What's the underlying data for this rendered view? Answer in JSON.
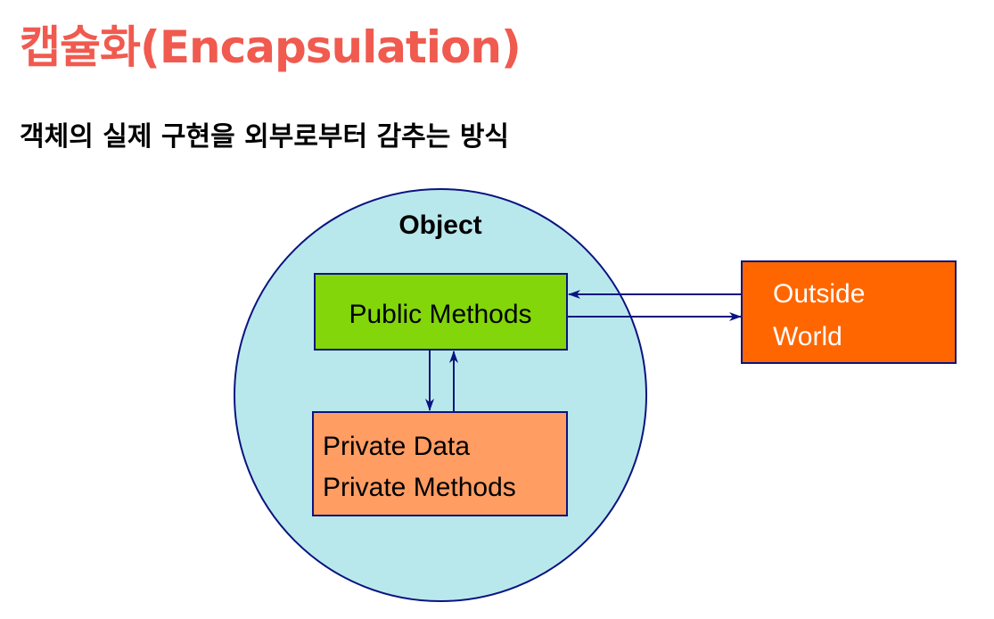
{
  "page": {
    "title": "캡슐화(Encapsulation)",
    "subtitle": "객체의 실제 구현을 외부로부터 감추는 방식"
  },
  "diagram": {
    "object_label": "Object",
    "public_methods_label": "Public Methods",
    "private_lines": [
      "Private Data",
      "Private Methods"
    ],
    "outside_world_lines": [
      "Outside",
      "World"
    ]
  },
  "colors": {
    "title": "#f05a4f",
    "object_circle_fill": "#b9e8ec",
    "object_circle_stroke": "#0a1480",
    "public_methods_fill": "#82d60a",
    "private_fill": "#ff9d63",
    "outside_world_fill": "#ff6600",
    "outside_world_text": "#ffffff",
    "arrow": "#0a1480"
  }
}
